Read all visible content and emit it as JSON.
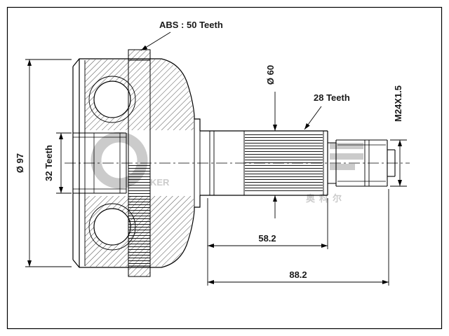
{
  "drawing": {
    "callouts": {
      "abs_ring": "ABS : 50 Teeth",
      "spline_teeth": "28 Teeth"
    },
    "dimensions": {
      "housing_diameter": "Ø 97",
      "inner_spline": "32 Teeth",
      "shaft_diameter": "Ø 60",
      "thread_spec": "M24X1.5",
      "spline_length": "58.2",
      "overall_length": "88.2"
    },
    "watermark": {
      "text": "KER",
      "cjk": "奥科尔"
    },
    "colors": {
      "line": "#000000",
      "background": "#ffffff",
      "watermark": "#cbcbcb"
    }
  }
}
